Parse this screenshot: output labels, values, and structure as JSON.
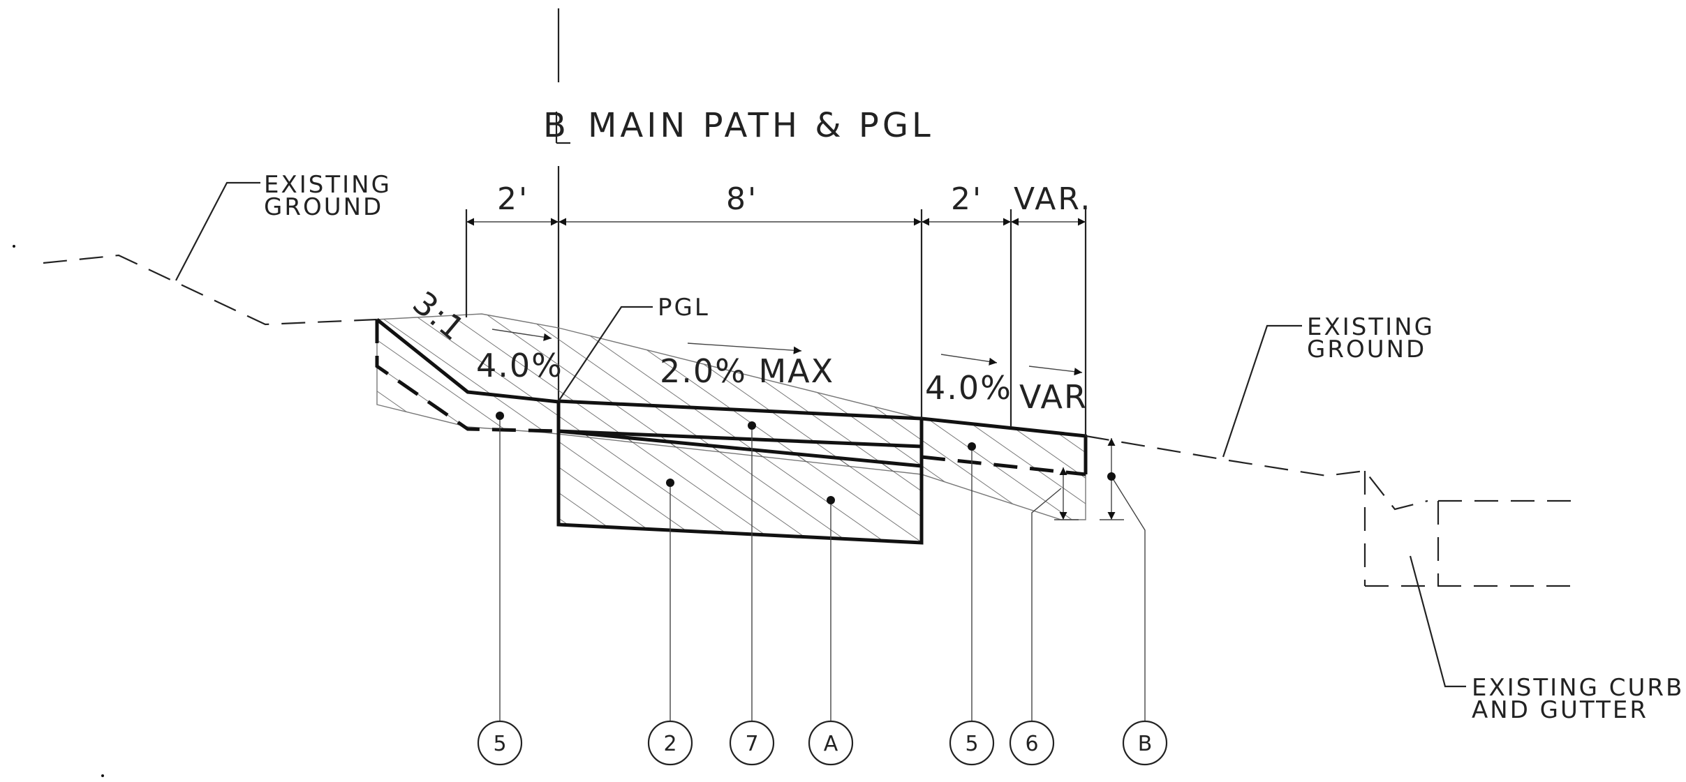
{
  "labels": {
    "centerline": "MAIN PATH & PGL",
    "pgl": "PGL",
    "existing_ground_left_1": "EXISTING",
    "existing_ground_left_2": "GROUND",
    "existing_ground_right_1": "EXISTING",
    "existing_ground_right_2": "GROUND",
    "curb_1": "EXISTING CURB",
    "curb_2": "AND GUTTER"
  },
  "dimensions": {
    "left_shoulder": "2'",
    "path_width": "8'",
    "right_shoulder": "2'",
    "variable": "VAR."
  },
  "slopes": {
    "side_slope": "3:1",
    "left_shoulder": "4.0%",
    "path": "2.0% MAX",
    "right_shoulder": "4.0%",
    "variable": "VAR"
  },
  "callouts": [
    "5",
    "2",
    "7",
    "A",
    "5",
    "6",
    "B"
  ],
  "icons": [
    "centerline-symbol-icon",
    "arrow-icon",
    "callout-dot-icon"
  ]
}
